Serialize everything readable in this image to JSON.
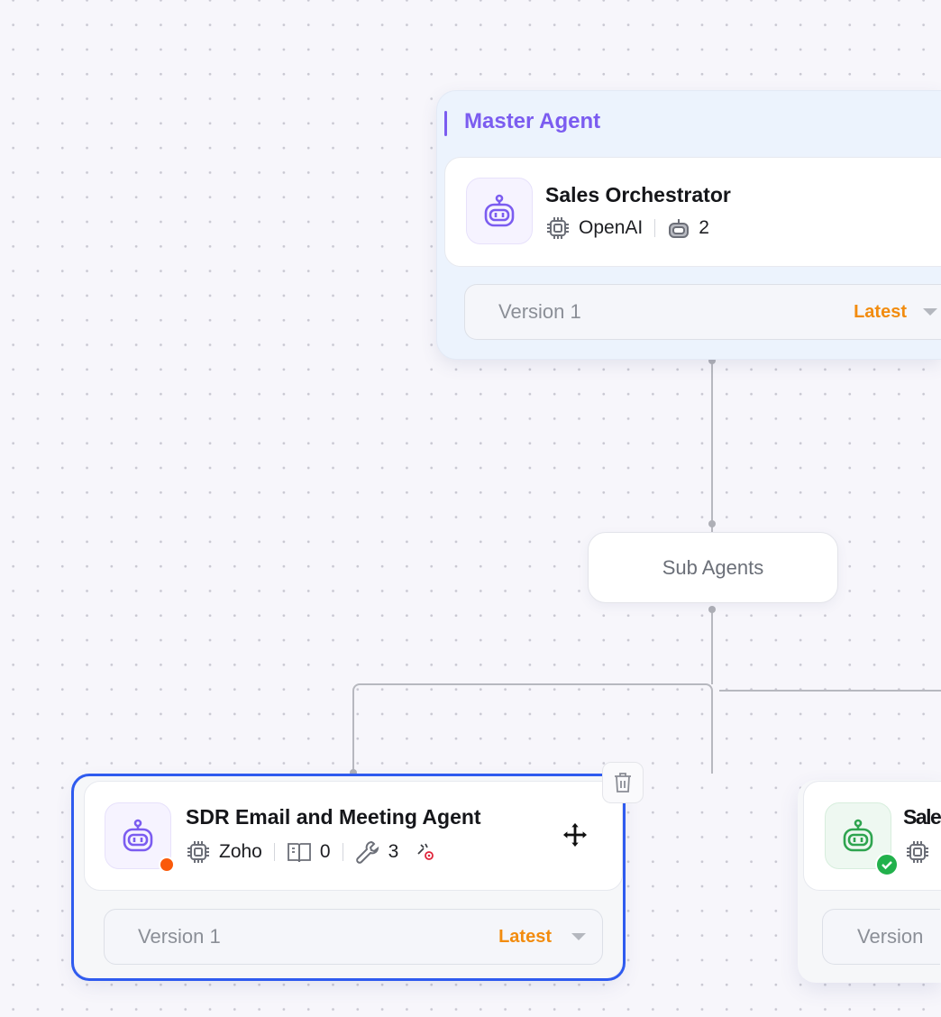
{
  "master": {
    "section_label": "Master Agent",
    "agent": {
      "name": "Sales Orchestrator",
      "model": "OpenAI",
      "sub_agent_count": "2",
      "icon": "robot-icon"
    },
    "version": {
      "label": "Version 1",
      "badge": "Latest"
    }
  },
  "sub_agents_label": "Sub Agents",
  "sub_agents": [
    {
      "name": "SDR Email and Meeting Agent",
      "model": "Zoho",
      "knowledge_count": "0",
      "tools_count": "3",
      "status": "orange-dot",
      "version": {
        "label": "Version 1",
        "badge": "Latest"
      }
    },
    {
      "name": "Sale",
      "status": "verified-check",
      "version": {
        "label": "Version"
      }
    }
  ],
  "colors": {
    "accent": "#7b5cf0",
    "latest": "#f28c0f",
    "selection": "#2f5bef",
    "status_orange": "#fa5a0a",
    "status_green": "#22b14c"
  }
}
